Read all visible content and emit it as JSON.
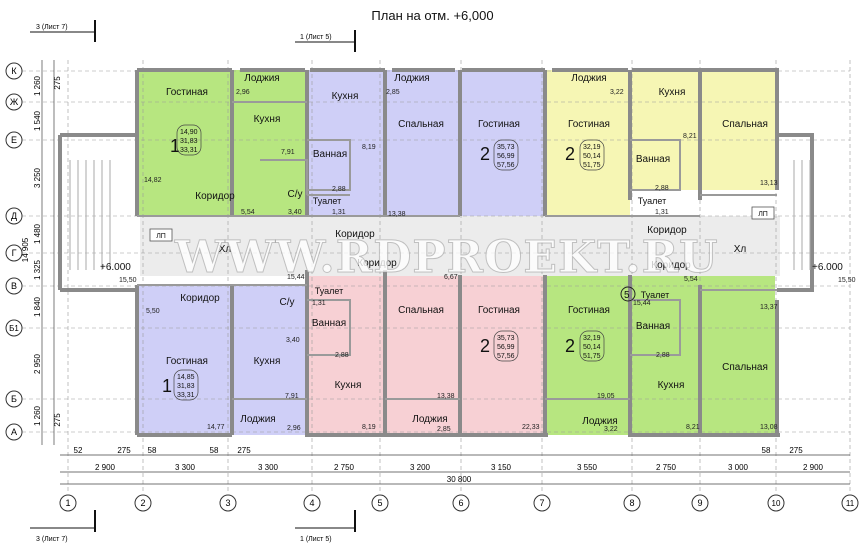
{
  "title": "План на отм. +6,000",
  "sheet_refs": {
    "left": "3 (Лист 7)",
    "center": "1 (Лист 5)"
  },
  "axes_letters": [
    "К",
    "Ж",
    "Е",
    "Д",
    "Г",
    "В",
    "Б1",
    "Б",
    "А"
  ],
  "axes_numbers": [
    "1",
    "2",
    "3",
    "4",
    "5",
    "6",
    "7",
    "8",
    "9",
    "10",
    "11"
  ],
  "left_dims": [
    "275",
    "1 260",
    "1 540",
    "3 250",
    "1 480",
    "14 905",
    "1 325",
    "1 840",
    "2 950",
    "1 260",
    "275"
  ],
  "bottom_small_dims": [
    "52",
    "275",
    "58",
    "58",
    "275",
    "58",
    "275"
  ],
  "bottom_dims": [
    "2 900",
    "3 300",
    "3 300",
    "2 750",
    "3 200",
    "3 150",
    "3 550",
    "2 750",
    "3 000",
    "2 900"
  ],
  "total_dim": "30 800",
  "levels": [
    "+6.000",
    "+6.000"
  ],
  "watermark": "WWW.RDPROEKT.RU",
  "rooms": [
    "Гостиная",
    "Лоджия",
    "Кухня",
    "Коридор",
    "С/у",
    "Кухня",
    "Ванная",
    "Туалет",
    "Лоджия",
    "Спальная",
    "Коридор",
    "Гостиная",
    "Лоджия",
    "Гостиная",
    "Кухня",
    "Ванная",
    "Туалет",
    "Спальная",
    "Коридор",
    "Хл",
    "Коридор",
    "Хл",
    "Коридор",
    "С/у",
    "Гостиная",
    "Кухня",
    "Лоджия",
    "Туалет",
    "Ванная",
    "Кухня",
    "Коридор",
    "Спальная",
    "Лоджия",
    "Гостиная",
    "Гостиная",
    "Лоджия",
    "Туалет",
    "Ванная",
    "Кухня",
    "Спальная",
    "ЛП",
    "ЛП"
  ],
  "areas": [
    "2,96",
    "7,91",
    "14,82",
    "5,54",
    "3,40",
    "2,85",
    "8,19",
    "2,88",
    "1,31",
    "13,38",
    "3,22",
    "8,21",
    "2,88",
    "1,31",
    "13,13",
    "15,50",
    "15,44",
    "6,67",
    "5,54",
    "15,50",
    "5,50",
    "1,31",
    "2,88",
    "3,40",
    "7,91",
    "14,77",
    "2,96",
    "8,19",
    "13,38",
    "2,85",
    "22,33",
    "19,05",
    "3,22",
    "8,21",
    "2,88",
    "13,37",
    "13,08",
    "15,44"
  ],
  "apartments": [
    {
      "number": "1",
      "lines": [
        "14,90",
        "31,83",
        "33,31"
      ]
    },
    {
      "number": "2",
      "lines": [
        "35,73",
        "56,99",
        "57,56"
      ]
    },
    {
      "number": "2",
      "lines": [
        "32,19",
        "50,14",
        "51,75"
      ]
    },
    {
      "number": "1",
      "lines": [
        "14,85",
        "31,83",
        "33,31"
      ]
    },
    {
      "number": "2",
      "lines": [
        "35,73",
        "56,99",
        "57,56"
      ]
    },
    {
      "number": "2",
      "lines": [
        "32,19",
        "50,14",
        "51,75"
      ]
    }
  ],
  "marker": "5",
  "colors": {
    "green": "#b7e680",
    "blue": "#cfcff7",
    "yellow": "#f6f6b4",
    "pink": "#f7d0d4",
    "wall": "#8a8a8a",
    "axis": "#3a3a3a"
  }
}
